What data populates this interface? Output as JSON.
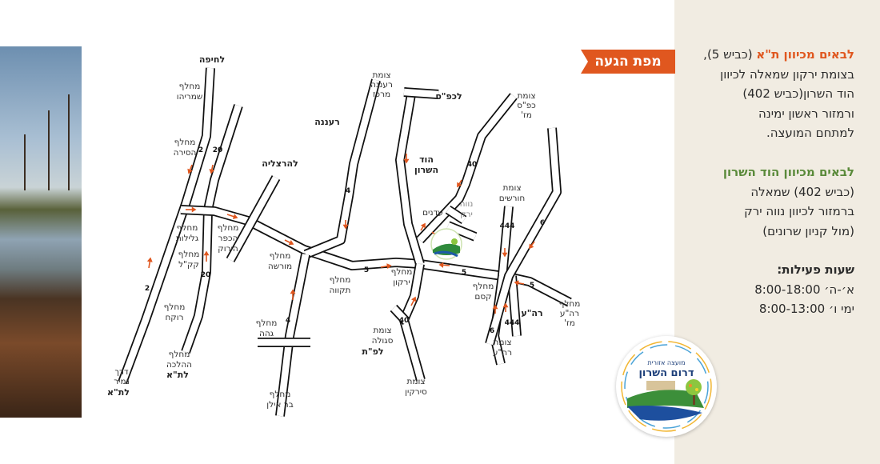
{
  "banner": {
    "title": "מפת הגעה"
  },
  "directions": {
    "from_tel_aviv": {
      "highlight": "לבאים מכיוון ת\"א",
      "lines": [
        "(כביש 5),",
        "בצומת ירקון שמאלה לכיוון",
        "הוד השרון(כביש 402)",
        "ורמזור ראשון ימינה",
        "למתחם המועצה."
      ]
    },
    "from_hod_hasharon": {
      "highlight": "לבאים מכיוון הוד השרון",
      "lines": [
        "(כביש 402) שמאלה",
        "ברמזור לכיוון נווה ירק",
        "(מול קניון שרונים)"
      ]
    },
    "hours": {
      "title": "שעות פעילות:",
      "rows": [
        "א׳-ה׳ 8:00-18:00",
        "ימי ו׳ 8:00-13:00"
      ]
    }
  },
  "logo": {
    "line1": "מועצה אזורית",
    "line2": "דרום השרון"
  },
  "map": {
    "places": {
      "haifa": "לחיפה",
      "shmaryahu": [
        "מחלף",
        "שמריהו"
      ],
      "raanana": "רעננה",
      "hasira": [
        "מחלף",
        "הסירה"
      ],
      "herzliya": "להרצליה",
      "glilot": [
        "מחלף",
        "גלילות"
      ],
      "kfar_hayarok": [
        "מחלף",
        "הכפר",
        "הירוק"
      ],
      "kkl": [
        "מחלף",
        "קק\"ל"
      ],
      "morasha": [
        "מחלף",
        "מורשה"
      ],
      "tikva": [
        "מחלף",
        "תקווה"
      ],
      "rokach": [
        "מחלף",
        "רוקח"
      ],
      "geha": [
        "מחלף",
        "גהה"
      ],
      "halacha": [
        "מחלף",
        "ההלכה"
      ],
      "halacha_ta": "לת\"א",
      "namir": [
        "דרך",
        "נמיר"
      ],
      "namir_ta": "לת\"א",
      "bar_ilan": [
        "מחלף",
        "בר אילן"
      ],
      "raanana_center": [
        "צומת",
        "רעננה",
        "מרכז"
      ],
      "kfar_saba": "לכפ\"ס",
      "kfar_saba_east": [
        "צומת",
        "כפ\"ס",
        "מז'"
      ],
      "hod_hasharon": [
        "הוד",
        "השרון"
      ],
      "horashim": [
        "צומת",
        "חורשים"
      ],
      "adanim": "עדנים",
      "neve_yarek": [
        "נווה",
        "ירק"
      ],
      "yarkon": [
        "מחלף",
        "ירקון"
      ],
      "kasem": [
        "מחלף",
        "קסם"
      ],
      "rosh_haayin_east": [
        "מחלף",
        "רה\"ע",
        "מז'"
      ],
      "rosh_haayin": "רה\"ע",
      "segula": [
        "צומת",
        "סגולה"
      ],
      "petah_tikva": "לפ\"ת",
      "rosh_haayin_jct": [
        "צומת",
        "רה\"ע"
      ],
      "sirkin": [
        "צומת",
        "סירקין"
      ]
    },
    "road_numbers": {
      "r2": "2",
      "r20": "20",
      "r4": "4",
      "r5": "5",
      "r40": "40",
      "r444": "444",
      "r6": "6"
    }
  },
  "colors": {
    "accent": "#e0571f",
    "green": "#5a8a3a",
    "panel": "#f1ece2"
  }
}
